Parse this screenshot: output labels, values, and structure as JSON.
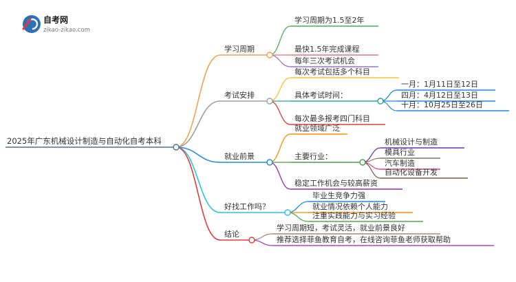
{
  "logo": {
    "title": "自考网",
    "url": "zikao-zikao.com"
  },
  "root": {
    "label": "2025年广东机械设计制造与自动化自考本科"
  },
  "branches": [
    {
      "label": "学习周期",
      "color": "#f0a04b",
      "children": [
        {
          "label": "学习周期为1.5至2年",
          "color": "#4caf50"
        },
        {
          "label": "最快1.5年完成课程",
          "color": "#e57373"
        },
        {
          "label": "每年三次考试机会",
          "color": "#9575cd"
        }
      ]
    },
    {
      "label": "考试安排",
      "color": "#9e9e9e",
      "children": [
        {
          "label": "每次考试包括多个科目",
          "color": "#fbc02d"
        },
        {
          "label": "具体考试时间：",
          "color": "#26a69a",
          "children": [
            {
              "label": "一月：1月11日至12日",
              "color": "#1e88e5"
            },
            {
              "label": "四月：4月12日至13日",
              "color": "#1e88e5"
            },
            {
              "label": "十月：10月25日至26日",
              "color": "#1e88e5"
            }
          ]
        },
        {
          "label": "每次最多报考四门科目",
          "color": "#e53935"
        }
      ]
    },
    {
      "label": "就业前景",
      "color": "#1e88e5",
      "children": [
        {
          "label": "就业领域广泛",
          "color": "#fb8c00"
        },
        {
          "label": "主要行业：",
          "color": "#43a047",
          "children": [
            {
              "label": "机械设计与制造",
              "color": "#5e35b1"
            },
            {
              "label": "模具行业",
              "color": "#8d6e63"
            },
            {
              "label": "汽车制造",
              "color": "#ec407a"
            },
            {
              "label": "自动化设备开发",
              "color": "#795548"
            }
          ]
        },
        {
          "label": "稳定工作机会与较高薪资",
          "color": "#9c27b0"
        }
      ]
    },
    {
      "label": "好找工作吗？",
      "color": "#26c6da",
      "children": [
        {
          "label": "毕业生竞争力强",
          "color": "#1e88e5"
        },
        {
          "label": "就业情况依赖个人能力",
          "color": "#fb8c00"
        },
        {
          "label": "注重实践能力与实习经验",
          "color": "#4caf50"
        }
      ]
    },
    {
      "label": "结论",
      "color": "#e53935",
      "children": [
        {
          "label": "学习周期短，考试灵活，就业前景良好",
          "color": "#a1887f"
        },
        {
          "label": "推荐选择菲鱼教育自考，在线咨询菲鱼老师获取帮助",
          "color": "#ab47bc"
        }
      ]
    }
  ]
}
